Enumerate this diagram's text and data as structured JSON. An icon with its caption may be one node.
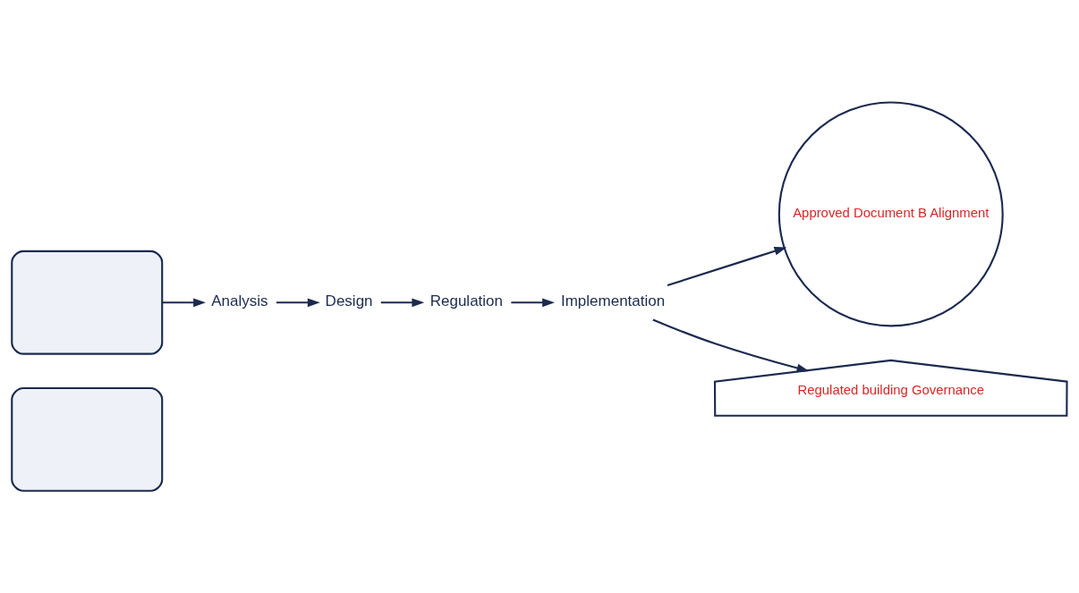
{
  "diagram": {
    "nodes": [
      {
        "text": [],
        "shape": "box"
      },
      {
        "text": [],
        "shape": "box"
      },
      {
        "text": [
          "Analysis"
        ]
      },
      {
        "text": [
          "Design"
        ]
      },
      {
        "text": [
          "Regulation"
        ]
      },
      {
        "text": [
          "Implementation"
        ]
      },
      {
        "text": [
          "Approved Document B Alignment"
        ]
      },
      {
        "text": [
          "Regulated building Governance"
        ]
      }
    ],
    "edges": [
      {
        "from": 0,
        "to": 2,
        "arrow": "to"
      },
      {
        "from": 2,
        "to": 3,
        "arrow": "to"
      },
      {
        "from": 3,
        "to": 4,
        "arrow": "to"
      },
      {
        "from": 4,
        "to": 5,
        "arrow": "to"
      },
      {
        "from": 5,
        "to": 6,
        "arrow": "to"
      },
      {
        "from": 5,
        "to": 7,
        "arrow": "to"
      }
    ]
  }
}
